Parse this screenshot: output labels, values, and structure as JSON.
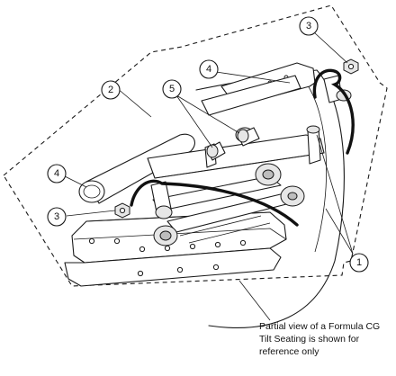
{
  "callouts": [
    {
      "id": "c-1",
      "number": "1"
    },
    {
      "id": "c-2",
      "number": "2"
    },
    {
      "id": "c-3-top",
      "number": "3"
    },
    {
      "id": "c-3-bottom",
      "number": "3"
    },
    {
      "id": "c-4-top",
      "number": "4"
    },
    {
      "id": "c-4-bottom",
      "number": "4"
    },
    {
      "id": "c-5",
      "number": "5"
    }
  ],
  "caption": {
    "line1": "Partial view of a Formula CG",
    "line2": "Tilt Seating is shown for",
    "line3": "reference only"
  }
}
